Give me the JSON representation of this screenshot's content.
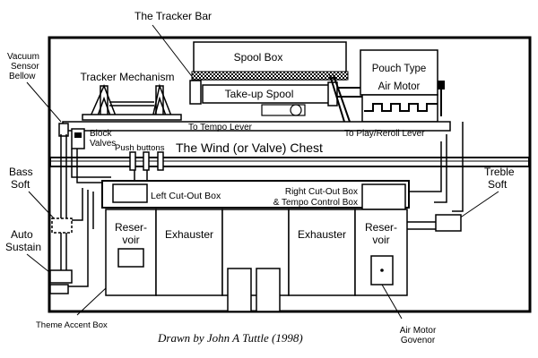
{
  "labels": {
    "tracker_bar": "The Tracker Bar",
    "spool_box": "Spool Box",
    "vacuum_sensor_1": "Vacuum",
    "vacuum_sensor_2": "Sensor",
    "vacuum_sensor_3": "Bellow",
    "tracker_mechanism": "Tracker Mechanism",
    "pouch_motor_1": "Pouch Type",
    "pouch_motor_2": "Air Motor",
    "takeup_spool": "Take-up Spool",
    "to_tempo_lever": "To Tempo Lever",
    "block_valves_1": "Block",
    "block_valves_2": "Valves",
    "to_play_reroll": "To Play/Reroll Lever",
    "push_buttons": "Push buttons",
    "wind_chest": "The Wind (or Valve) Chest",
    "bass_soft_1": "Bass",
    "bass_soft_2": "Soft",
    "treble_soft_1": "Treble",
    "treble_soft_2": "Soft",
    "left_cutout_box": "Left Cut-Out Box",
    "right_cutout_1": "Right Cut-Out Box",
    "right_cutout_2": "& Tempo Control Box",
    "auto_sustain_1": "Auto",
    "auto_sustain_2": "Sustain",
    "reservoir_left_1": "Reser-",
    "reservoir_left_2": "voir",
    "exhauster_left": "Exhauster",
    "exhauster_right": "Exhauster",
    "reservoir_right_1": "Reser-",
    "reservoir_right_2": "voir",
    "theme_accent_box": "Theme Accent Box",
    "air_motor_gov_1": "Air Motor",
    "air_motor_gov_2": "Govenor",
    "signature": "Drawn by John A Tuttle (1998)"
  },
  "colors": {
    "line": "#000000",
    "background": "#ffffff"
  }
}
